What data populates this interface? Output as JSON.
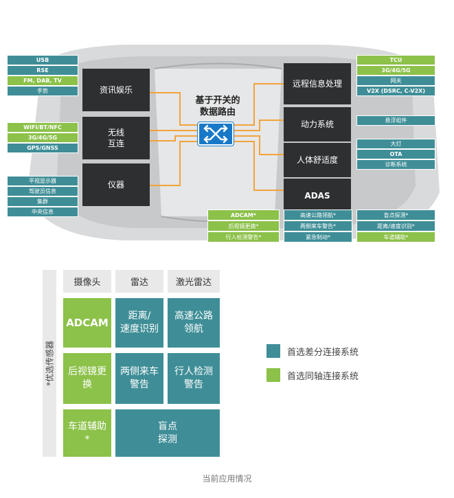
{
  "diagram": {
    "center_title": [
      "基于开关的",
      "数据路由"
    ],
    "left_blocks": [
      "资讯娱乐",
      "无线\n互连",
      "仪器"
    ],
    "right_blocks": [
      "远程信息处理",
      "动力系统",
      "人体舒适度",
      "ADAS"
    ],
    "left_group1": [
      "USB",
      "RSE",
      "FM, DAB, TV",
      "手势"
    ],
    "left_group2": [
      "WIFI/BT/NFC",
      "3G/4G/5G",
      "GPS/GNSS"
    ],
    "left_group3": [
      "平视显示器",
      "驾驶员信息",
      "集群",
      "中央信息"
    ],
    "right_group1": [
      "TCU",
      "3G/4G/5G",
      "网关",
      "V2X (DSRC, C-V2X)"
    ],
    "right_group2": [
      "悬浮组件"
    ],
    "right_group3": [
      "大灯",
      "OTA",
      "诊断系统"
    ],
    "bottom_col1": [
      "ADCAM*",
      "后视镜更换*",
      "行人检测警告*"
    ],
    "bottom_col2": [
      "高速公路领航*",
      "两侧来车警告*",
      "紧急制动*"
    ],
    "bottom_col3": [
      "盲点探测*",
      "距离/速度识别*",
      "车道辅助*"
    ]
  },
  "matrix": {
    "side_label": "*优选传感器",
    "headers": [
      "摄像头",
      "雷达",
      "激光雷达"
    ],
    "cells": {
      "adcam": "ADCAM",
      "distance": "距离/\n速度识别",
      "highway": "高速公路\n领航",
      "mirror": "后视镜更\n换",
      "cross": "两侧来车\n警告",
      "pedestrian": "行人检测\n警告",
      "lane": "车道辅助*",
      "blind": "盲点\n探测"
    }
  },
  "legend": [
    {
      "label": "首选差分连接系统",
      "color": "#3f8e97"
    },
    {
      "label": "首选同轴连接系统",
      "color": "#8cc14a"
    }
  ],
  "caption": "当前应用情况"
}
